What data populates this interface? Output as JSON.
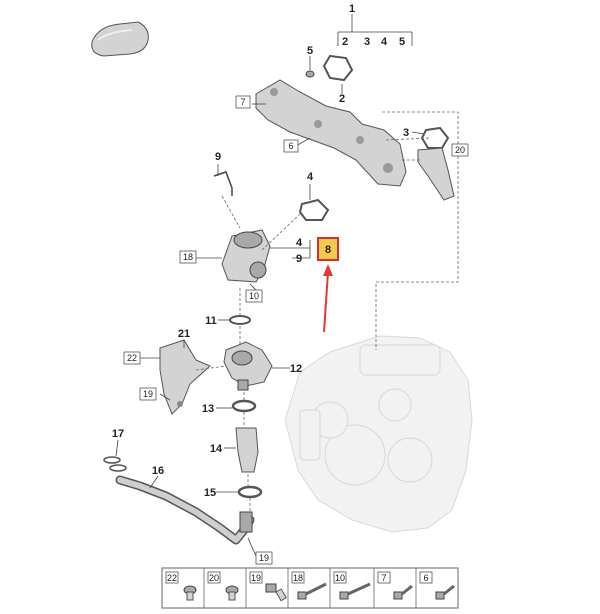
{
  "callouts": {
    "c1": "1",
    "c2a": "2",
    "c3a": "3",
    "c4a": "4",
    "c5a": "5",
    "c5": "5",
    "c2": "2",
    "c7": "7",
    "c6": "6",
    "c3": "3",
    "c20": "20",
    "c9": "9",
    "c4": "4",
    "c18": "18",
    "c4b": "4",
    "c9b": "9",
    "c8": "8",
    "c10": "10",
    "c11": "11",
    "c21": "21",
    "c22": "22",
    "c12": "12",
    "c19": "19",
    "c13": "13",
    "c17": "17",
    "c14": "14",
    "c16": "16",
    "c15": "15",
    "c19b": "19"
  },
  "legend": {
    "items": [
      {
        "label": "22",
        "icon": "screw-pan-head-icon"
      },
      {
        "label": "20",
        "icon": "screw-pan-head-icon"
      },
      {
        "label": "19",
        "icon": "bolt-flange-icon"
      },
      {
        "label": "18",
        "icon": "bolt-long-icon"
      },
      {
        "label": "10",
        "icon": "bolt-long-icon"
      },
      {
        "label": "7",
        "icon": "bolt-short-icon"
      },
      {
        "label": "6",
        "icon": "bolt-short-icon"
      }
    ]
  },
  "colors": {
    "highlight_fill": "#f5c94c",
    "highlight_stroke": "#d32f2f",
    "arrow": "#e53935"
  }
}
